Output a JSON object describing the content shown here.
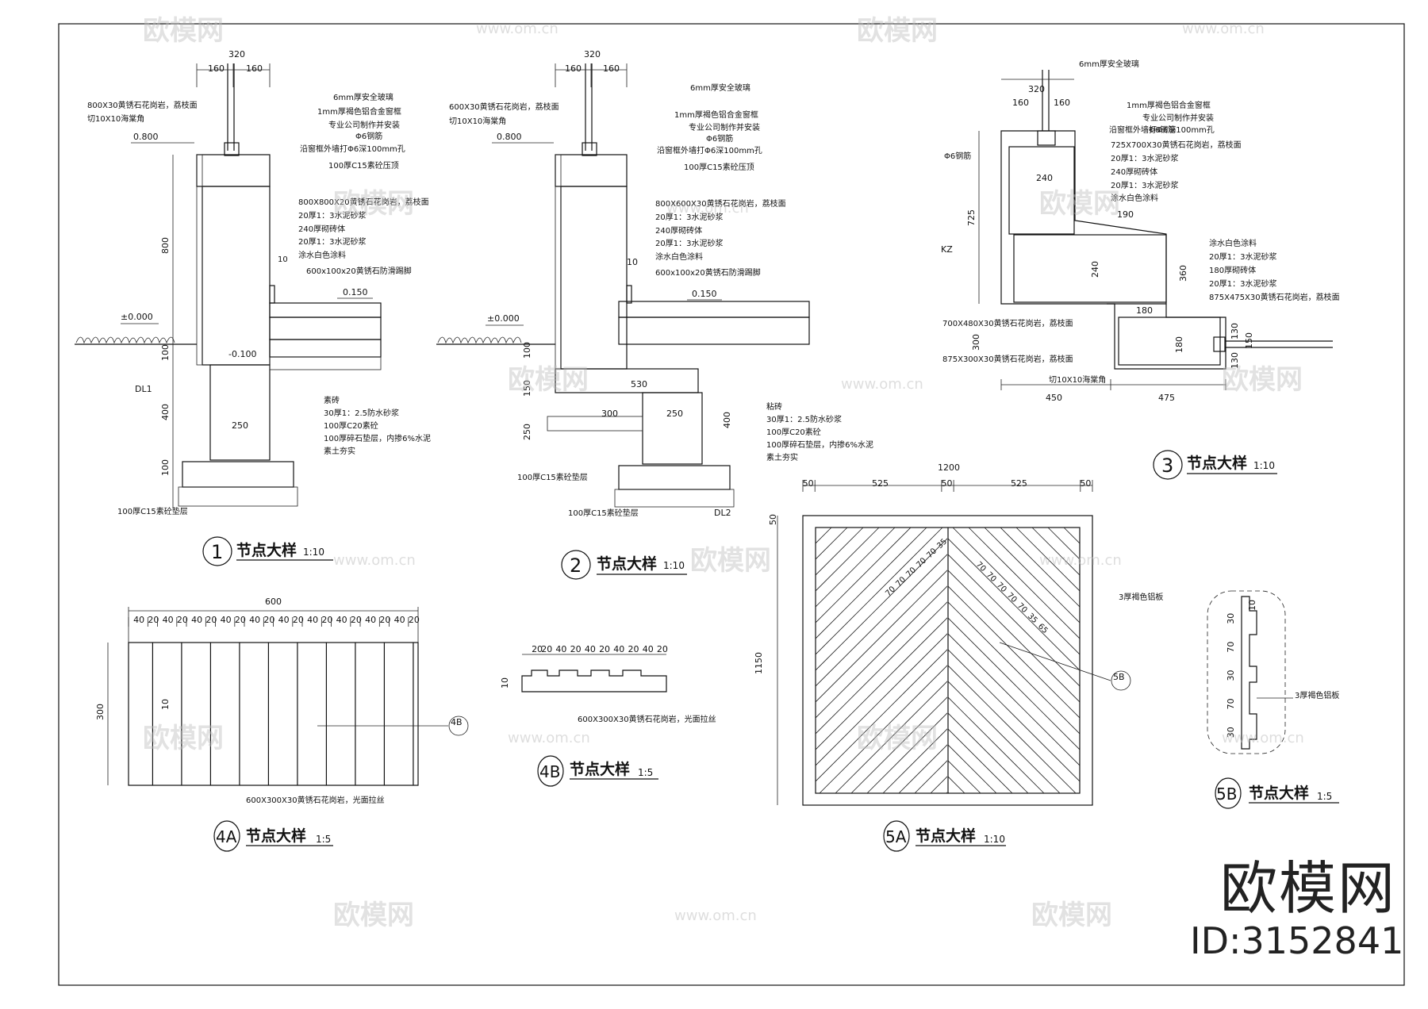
{
  "watermark": {
    "brand": "欧模网",
    "site": "www.om.cn"
  },
  "brand": {
    "name": "欧模网",
    "id": "ID:3152841"
  },
  "details": {
    "d1": {
      "no": "1",
      "title": "节点大样",
      "scale": "1:10",
      "dims": [
        "320",
        "160",
        "160",
        "800",
        "100",
        "400",
        "250",
        "100"
      ],
      "levels": [
        "0.800",
        "±0.000",
        "0.150",
        "-0.100"
      ],
      "tags": [
        "DL1"
      ],
      "notes": [
        "6mm厚安全玻璃",
        "800X30黄锈石花岗岩，荔枝面",
        "1mm厚褐色铝合金窗框",
        "切10X10海棠角",
        "专业公司制作并安装",
        "Φ6钢筋",
        "沿窗框外墙打Φ6深100mm孔",
        "100厚C15素砼压顶",
        "800X800X20黄锈石花岗岩，荔枝面",
        "20厚1：3水泥砂浆",
        "240厚砌砖体",
        "20厚1：3水泥砂浆",
        "涂水白色涂料",
        "600x100x20黄锈石防滑踢脚",
        "10",
        "素砖",
        "30厚1：2.5防水砂浆",
        "100厚C20素砼",
        "100厚碎石垫层，内掺6%水泥",
        "素土夯实",
        "100厚C15素砼垫层"
      ]
    },
    "d2": {
      "no": "2",
      "title": "节点大样",
      "scale": "1:10",
      "dims": [
        "320",
        "160",
        "160",
        "100",
        "150",
        "250",
        "300",
        "250",
        "530",
        "400",
        "10"
      ],
      "levels": [
        "0.800",
        "±0.000",
        "0.150"
      ],
      "tags": [
        "DL2"
      ],
      "notes": [
        "6mm厚安全玻璃",
        "600X30黄锈石花岗岩，荔枝面",
        "1mm厚褐色铝合金窗框",
        "切10X10海棠角",
        "专业公司制作并安装",
        "Φ6钢筋",
        "沿窗框外墙打Φ6深100mm孔",
        "100厚C15素砼压顶",
        "800X600X30黄锈石花岗岩，荔枝面",
        "20厚1：3水泥砂浆",
        "240厚砌砖体",
        "20厚1：3水泥砂浆",
        "涂水白色涂料",
        "600x100x20黄锈石防滑踢脚",
        "粘砖",
        "30厚1：2.5防水砂浆",
        "100厚C20素砼",
        "100厚碎石垫层，内掺6%水泥",
        "素土夯实",
        "100厚C15素砼垫层",
        "100厚C15素砼垫层"
      ]
    },
    "d3": {
      "no": "3",
      "title": "节点大样",
      "scale": "1:10",
      "dims": [
        "320",
        "160",
        "160",
        "725",
        "240",
        "190",
        "240",
        "180",
        "360",
        "300",
        "180",
        "130",
        "130",
        "150",
        "450",
        "475"
      ],
      "tags": [
        "KZ"
      ],
      "notes": [
        "6mm厚安全玻璃",
        "1mm厚褐色铝合金窗框",
        "专业公司制作并安装",
        "Φ6钢筋",
        "沿窗框外墙打Φ6深100mm孔",
        "725X700X30黄锈石花岗岩，荔枝面",
        "20厚1：3水泥砂浆",
        "240厚砌砖体",
        "20厚1：3水泥砂浆",
        "涂水白色涂料",
        "Φ6钢筋",
        "涂水白色涂料",
        "20厚1：3水泥砂浆",
        "180厚砌砖体",
        "20厚1：3水泥砂浆",
        "875X475X30黄锈石花岗岩，荔枝面",
        "700X480X30黄锈石花岗岩，荔枝面",
        "875X300X30黄锈石花岗岩，荔枝面",
        "切10X10海棠角"
      ]
    },
    "d4a": {
      "no": "4A",
      "title": "节点大样",
      "scale": "1:5",
      "total_width": "600",
      "height": "300",
      "gap": "10",
      "modules": [
        "40",
        "20",
        "40",
        "20",
        "40",
        "20",
        "40",
        "20",
        "40",
        "20",
        "40",
        "20",
        "40",
        "20",
        "40",
        "20",
        "40",
        "20",
        "40",
        "20"
      ],
      "note": "600X300X30黄锈石花岗岩，光面拉丝",
      "ref": "4B"
    },
    "d4b": {
      "no": "4B",
      "title": "节点大样",
      "scale": "1:5",
      "modules": [
        "20",
        "20",
        "40",
        "20",
        "40",
        "20",
        "40",
        "20",
        "40",
        "20"
      ],
      "thickness": "10",
      "note": "600X300X30黄锈石花岗岩，光面拉丝"
    },
    "d5a": {
      "no": "5A",
      "title": "节点大样",
      "scale": "1:10",
      "overall": "1200",
      "height": "1150",
      "border": "50",
      "widths": [
        "50",
        "525",
        "50",
        "525",
        "50"
      ],
      "note": "3厚褐色铝板",
      "ref": "5B",
      "strips": [
        "70",
        "70",
        "70",
        "70",
        "70",
        "35",
        "65"
      ]
    },
    "d5b": {
      "no": "5B",
      "title": "节点大样",
      "scale": "1:5",
      "dims": [
        "30",
        "70",
        "30",
        "70",
        "30"
      ],
      "top": "10",
      "note": "3厚褐色铝板"
    }
  }
}
